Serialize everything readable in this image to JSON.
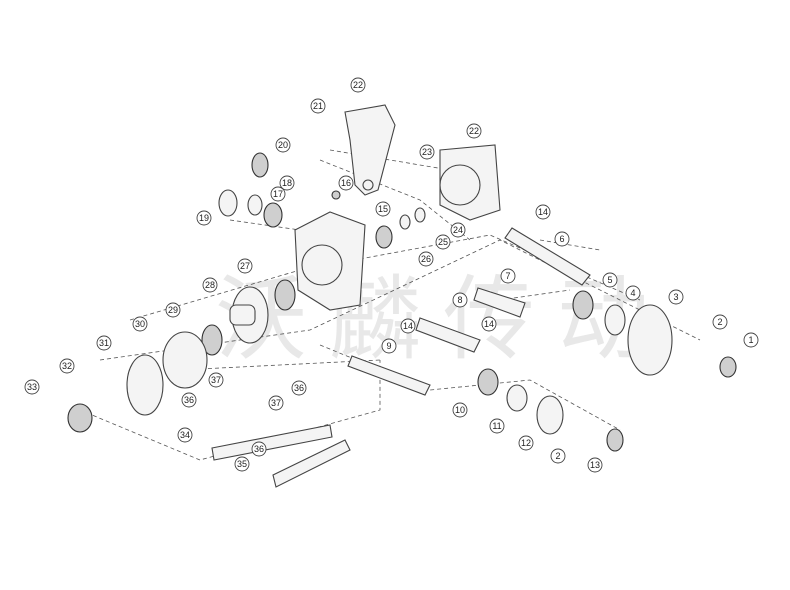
{
  "watermark": "沃麟传动",
  "callouts": [
    "22",
    "21",
    "20",
    "18",
    "16",
    "17",
    "19",
    "22",
    "23",
    "15",
    "14",
    "24",
    "25",
    "26",
    "6",
    "27",
    "7",
    "5",
    "28",
    "4",
    "3",
    "29",
    "8",
    "30",
    "14",
    "14",
    "2",
    "31",
    "9",
    "1",
    "32",
    "37",
    "36",
    "33",
    "10",
    "36",
    "37",
    "11",
    "34",
    "12",
    "36",
    "2",
    "35",
    "13"
  ]
}
